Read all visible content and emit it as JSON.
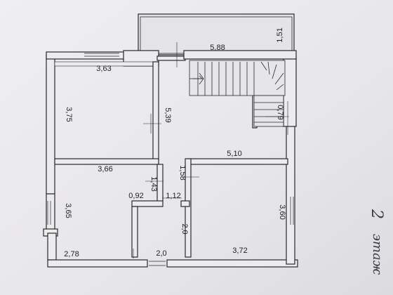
{
  "plan": {
    "floor_label": [
      "2",
      "этаж"
    ],
    "dimensions": {
      "balcony_width": "1,51",
      "stair_length": "5,88",
      "stair_width": "0,79",
      "room_tl_width": "3,63",
      "room_tl_height": "3,75",
      "corridor_height": "5,39",
      "room_bl_width": "3,66",
      "room_bl_height": "3,65",
      "room_bl_bottom": "2,78",
      "wc_vertical": "1,43",
      "wc_horizontal": "0,92",
      "bath_width_top": "1,12",
      "bath_height": "2,0",
      "bath_width_bottom": "2,0",
      "hall_width": "5,10",
      "hall_step": "1,58",
      "room_br_height": "3,60",
      "room_br_width": "3,72"
    }
  }
}
